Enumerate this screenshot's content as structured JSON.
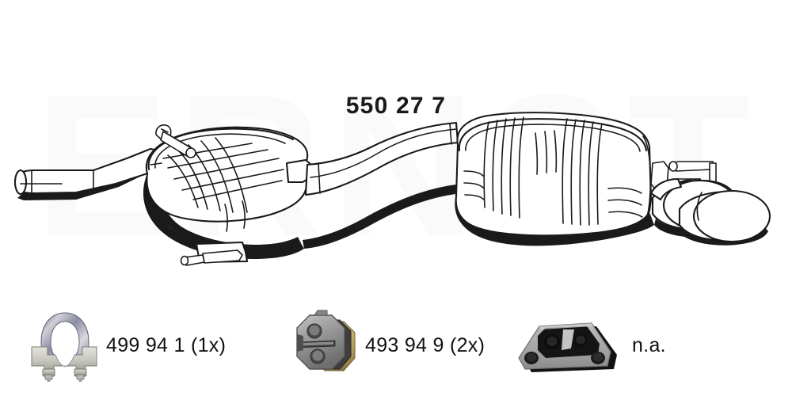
{
  "document": {
    "title": "550 27 7",
    "watermark_text": "ERNST",
    "background_color": "#ffffff",
    "line_color": "#1a1a1a",
    "shadow_color": "#1a1a1a"
  },
  "diagram": {
    "name": "exhaust-system-assembly",
    "description": "Rear exhaust system line drawing: inlet pipe, centre silencer, connecting pipe, rear silencer and twin oval tailpipes",
    "components": [
      {
        "id": "inlet-pipe",
        "label": "inlet pipe"
      },
      {
        "id": "centre-silencer",
        "label": "centre silencer"
      },
      {
        "id": "connecting-pipe",
        "label": "connecting pipe"
      },
      {
        "id": "rear-silencer",
        "label": "rear silencer"
      },
      {
        "id": "twin-tailpipes",
        "label": "twin oval tailpipes"
      },
      {
        "id": "hanger-rod-top",
        "label": "upper hanger rod"
      },
      {
        "id": "hanger-rod-bottom",
        "label": "lower hanger rod"
      },
      {
        "id": "hanger-bracket-rear",
        "label": "rear hanger bracket"
      }
    ]
  },
  "accessories": [
    {
      "icon": "exhaust-clamp-icon",
      "icon_description": "U-bolt exhaust clamp, chrome",
      "part_number": "499 94 1",
      "quantity": "(1x)",
      "label": "499 94 1 (1x)",
      "colors": {
        "metal": "#c9c8c2",
        "metal_dark": "#8d8d87",
        "tint": "#7f7f9c"
      }
    },
    {
      "icon": "rubber-hanger-icon",
      "icon_description": "Octagonal rubber exhaust mounting ring",
      "part_number": "493 94 9",
      "quantity": "(2x)",
      "label": "493 94 9 (2x)",
      "colors": {
        "body": "#9a9a9a",
        "body_dark": "#6e6e6e",
        "rim": "#bda25a"
      }
    },
    {
      "icon": "rubber-mount-bracket-icon",
      "icon_description": "Trapezoidal rubber mounting bracket",
      "part_number": "n.a.",
      "quantity": "",
      "label": "n.a.",
      "colors": {
        "body": "#a8a8a8",
        "dark": "#111111"
      }
    }
  ]
}
